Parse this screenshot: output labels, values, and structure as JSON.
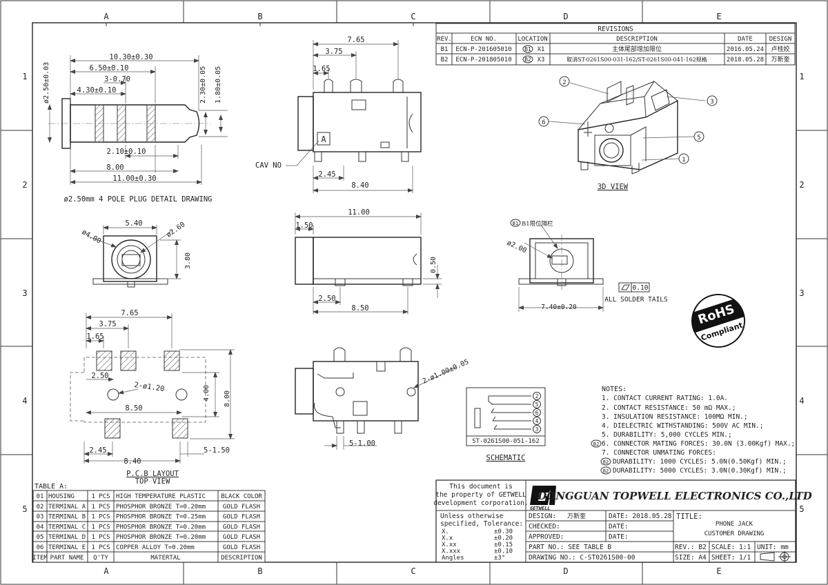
{
  "border": {
    "cols": [
      "A",
      "B",
      "C",
      "D",
      "E"
    ],
    "rows": [
      "1",
      "2",
      "3",
      "4",
      "5"
    ]
  },
  "revisions": {
    "title": "REVISIONS",
    "headers": [
      "REV.",
      "ECN NO.",
      "LOCATION",
      "DESCRIPTION",
      "DATE",
      "DESIGN"
    ],
    "rows": [
      {
        "rev": "B1",
        "ecn": "ECN-P-201605010",
        "loc_mark": "B1",
        "loc": "X1",
        "desc": "主体尾部增加限位",
        "date": "2016.05.24",
        "design": "卢桂姣"
      },
      {
        "rev": "B2",
        "ecn": "ECN-P-201805010",
        "loc_mark": "B2",
        "loc": "X3",
        "desc": "取消ST-0261S00-031-162/ST-0261S00-041-162规格",
        "date": "2018.05.28",
        "design": "万新奎"
      }
    ]
  },
  "plug": {
    "dims": {
      "d1": "10.30±0.30",
      "d2": "6.50±0.10",
      "d3": "3-0.70",
      "d4": "4.30±0.10",
      "d5": "2.10±0.10",
      "d6": "8.00",
      "d7": "11.00±0.30",
      "v1": "ø2.50±0.03",
      "v2": "2.30±0.05",
      "v3": "1.80±0.05"
    },
    "caption": "ø2.50mm 4 POLE PLUG DETAIL DRAWING"
  },
  "side_top": {
    "dims": {
      "a": "7.65",
      "b": "3.75",
      "c": "1.65",
      "d": "2.45",
      "e": "8.40"
    },
    "cav": "CAV NO"
  },
  "front": {
    "dims": {
      "w": "5.40",
      "d1": "ø4.00",
      "d2": "ø2.60",
      "h": "3.80"
    }
  },
  "side_mid": {
    "dims": {
      "a": "11.00",
      "b": "1.50",
      "c": "0.50",
      "d": "2.50",
      "e": "8.50"
    }
  },
  "end_view": {
    "dims": {
      "d": "ø2.00",
      "w": "7.40±0.20"
    },
    "note": "B1限位隔栏",
    "mark": "B1"
  },
  "solder": {
    "val": "0.10",
    "label": "ALL SOLDER TAILS"
  },
  "view3d": {
    "label": "3D VIEW",
    "callouts": [
      "2",
      "3",
      "6",
      "5",
      "1"
    ]
  },
  "rohs": {
    "top": "RoHS",
    "bottom": "Compliant"
  },
  "pcb": {
    "dims": {
      "a": "7.65",
      "b": "3.75",
      "c": "1.65",
      "d": "2.50",
      "e": "2-ø1.20",
      "f": "8.50",
      "g": "4.00",
      "h": "8.00",
      "i": "2.45",
      "j": "8.40",
      "k": "5-1.50"
    },
    "caption1": "P.C.B LAYOUT",
    "caption2": "TOP VIEW"
  },
  "bottom_view": {
    "dims": {
      "a": "2-ø1.00±0.05",
      "b": "5-1.00"
    }
  },
  "schematic": {
    "pins": [
      "2",
      "5",
      "6",
      "4",
      "3"
    ],
    "part": "ST-0261S00-051-162",
    "label": "SCHEMATIC"
  },
  "notes": {
    "title": "NOTES:",
    "items": [
      {
        "mark": "",
        "text": "1. CONTACT CURRENT RATING: 1.0A."
      },
      {
        "mark": "",
        "text": "2. CONTACT RESISTANCE: 50 mΩ MAX.;"
      },
      {
        "mark": "",
        "text": "3. INSULATION RESISTANCE: 100MΩ MIN.;"
      },
      {
        "mark": "",
        "text": "4. DIELECTRIC WITHSTANDING: 500V AC MIN.;"
      },
      {
        "mark": "",
        "text": "5. DURABILITY: 5,000 CYCLES MIN.;"
      },
      {
        "mark": "B2",
        "text": "6. CONNECTOR MATING FORCES: 30.0N (3.00Kgf) MAX.;"
      },
      {
        "mark": "",
        "text": "7. CONNECTOR UNMATING FORCES:"
      },
      {
        "mark": "B2",
        "text": "DURABILITY: 1000 CYCLES: 5.0N(0.50Kgf) MIN.;"
      },
      {
        "mark": "B2",
        "text": "DURABILITY: 5000 CYCLES: 3.0N(0.30Kgf) MIN.;"
      }
    ]
  },
  "table_a": {
    "title": "TABLE A:",
    "headers": [
      "ITEM",
      "PART NAME",
      "Q'TY",
      "MATERTAL",
      "DESCRIPTION"
    ],
    "rows": [
      [
        "01",
        "HOUSING",
        "1 PCS",
        "HIGH TEMPERATURE PLASTIC",
        "BLACK COLOR"
      ],
      [
        "02",
        "TERMINAL A",
        "1 PCS",
        "PHOSPHOR BRONZE T=0.20mm",
        "GOLD FLASH"
      ],
      [
        "03",
        "TERMINAL B",
        "1 PCS",
        "PHOSPHOR BRONZE T=0.25mm",
        "GOLD FLASH"
      ],
      [
        "04",
        "TERMINAL C",
        "1 PCS",
        "PHOSPHOR BRONZE T=0.20mm",
        "GOLD FLASH"
      ],
      [
        "05",
        "TERMINAL D",
        "1 PCS",
        "PHOSPHOR BRONZE T=0.20mm",
        "GOLD FLASH"
      ],
      [
        "06",
        "TERMINAL E",
        "1 PCS",
        "COPPER ALLOY T=0.20mm",
        "GOLD FLASH"
      ]
    ]
  },
  "title_block": {
    "property": [
      "This document is",
      "the property of GETWELL",
      "development corporation."
    ],
    "tol_title": [
      "Unless otherwise",
      "specified, Tolerance:"
    ],
    "tols": [
      [
        "X.",
        "±0.30"
      ],
      [
        "X.x",
        "±0.20"
      ],
      [
        "X.xx",
        "±0.15"
      ],
      [
        "X.xxx",
        "±0.10"
      ],
      [
        "Angles",
        "±3°"
      ]
    ],
    "logo_text": "GETWELL",
    "company": "DONGGUAN TOPWELL ELECTRONICS CO.,LTD",
    "design_label": "DESIGN:",
    "design_val": "万新奎",
    "checked_label": "CHECKED:",
    "approved_label": "APPROVED:",
    "date1": "DATE: 2018.05.28",
    "date2": "DATE:",
    "date3": "DATE:",
    "title_label": "TITLE:",
    "title1": "PHONE JACK",
    "title2": "CUSTOMER DRAWING",
    "part_no": "PART NO.: SEE TABLE B",
    "drawing_no": "DRAWING NO.: C-ST0261S00-00",
    "rev": "REV.: B2",
    "scale": "SCALE: 1:1",
    "unit": "UNIT: mm",
    "size": "SIZE: A4",
    "sheet": "SHEET: 1/1"
  }
}
